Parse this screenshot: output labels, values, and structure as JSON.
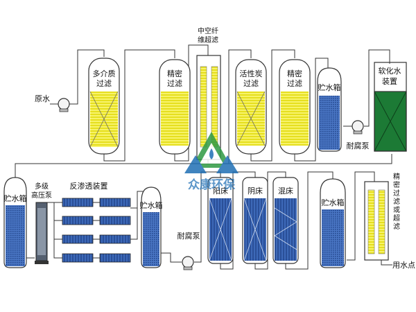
{
  "diagram": {
    "labels": {
      "raw_water": "原水",
      "multimedia_filter": [
        "多介质",
        "过滤"
      ],
      "precision_filter_1": [
        "精密",
        "过滤"
      ],
      "hollow_fiber_filter": [
        "中空纤",
        "维超滤"
      ],
      "activated_carbon_filter": [
        "活性炭",
        "过滤"
      ],
      "precision_filter_2": [
        "精密",
        "过滤"
      ],
      "water_tank_1": "贮水箱",
      "softener": [
        "软化水",
        "装置"
      ],
      "corrosion_pump_1": "耐腐泵",
      "water_tank_2": "贮水箱",
      "hp_pump": [
        "多级",
        "高压泵"
      ],
      "ro_device": "反渗透装置",
      "water_tank_3": "贮水箱",
      "corrosion_pump_2": "耐腐泵",
      "cation_bed": "阳床",
      "anion_bed": "阴床",
      "mixed_bed": "混床",
      "water_tank_4": "贮水箱",
      "precision_filter_3": [
        "精",
        "密",
        "过",
        "滤",
        "或",
        "超",
        "滤"
      ],
      "point_of_use": "用水点",
      "watermark": "众康环保"
    },
    "colors": {
      "water_blue": "#2b57a6",
      "filter_yellow": "#f2ef3a",
      "softener_green": "#1c7a35",
      "pipe": "#333333",
      "watermark_green": "#2e9a43",
      "watermark_blue": "#1f6fb5"
    }
  }
}
